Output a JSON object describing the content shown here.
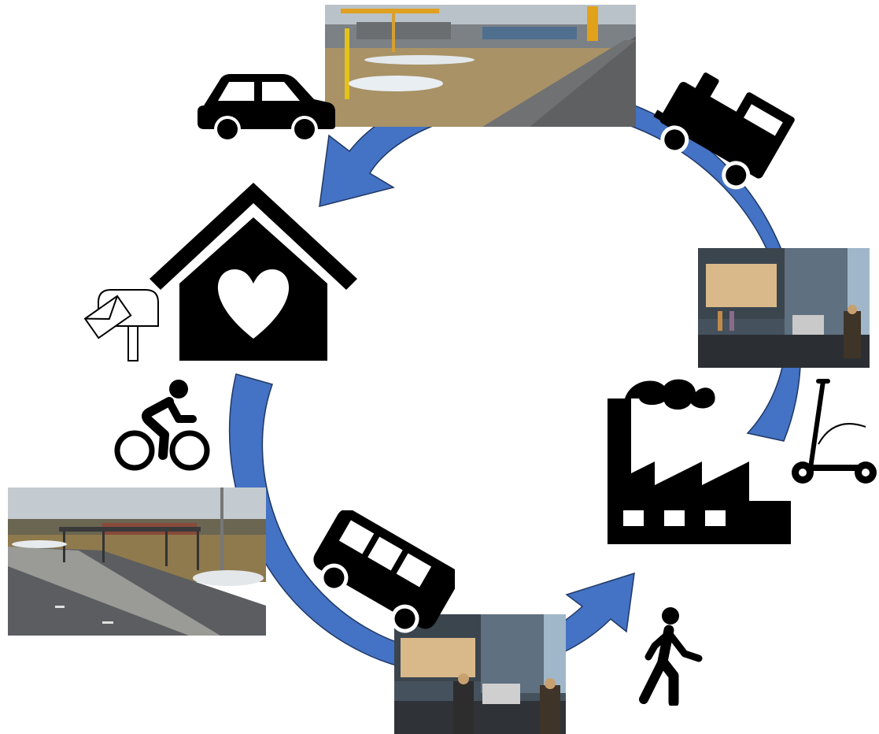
{
  "diagram": {
    "description_text": "",
    "colors": {
      "arrow_fill": "#4472c4",
      "arrow_stroke": "#1f3864",
      "icon": "#000000",
      "background": "#ffffff"
    },
    "icons": [
      "house-with-heart-icon",
      "factory-icon",
      "car-icon",
      "train-icon",
      "bus-icon",
      "bicycle-icon",
      "walking-person-icon",
      "electric-scooter-icon",
      "mailbox-icon"
    ],
    "photos": [
      "gas-station-road-photo",
      "office-building-street-photo",
      "bus-stop-bike-shelter-photo",
      "pedestrians-street-photo"
    ],
    "arrows": [
      "arrow-factory-to-home",
      "arrow-home-to-factory"
    ]
  }
}
